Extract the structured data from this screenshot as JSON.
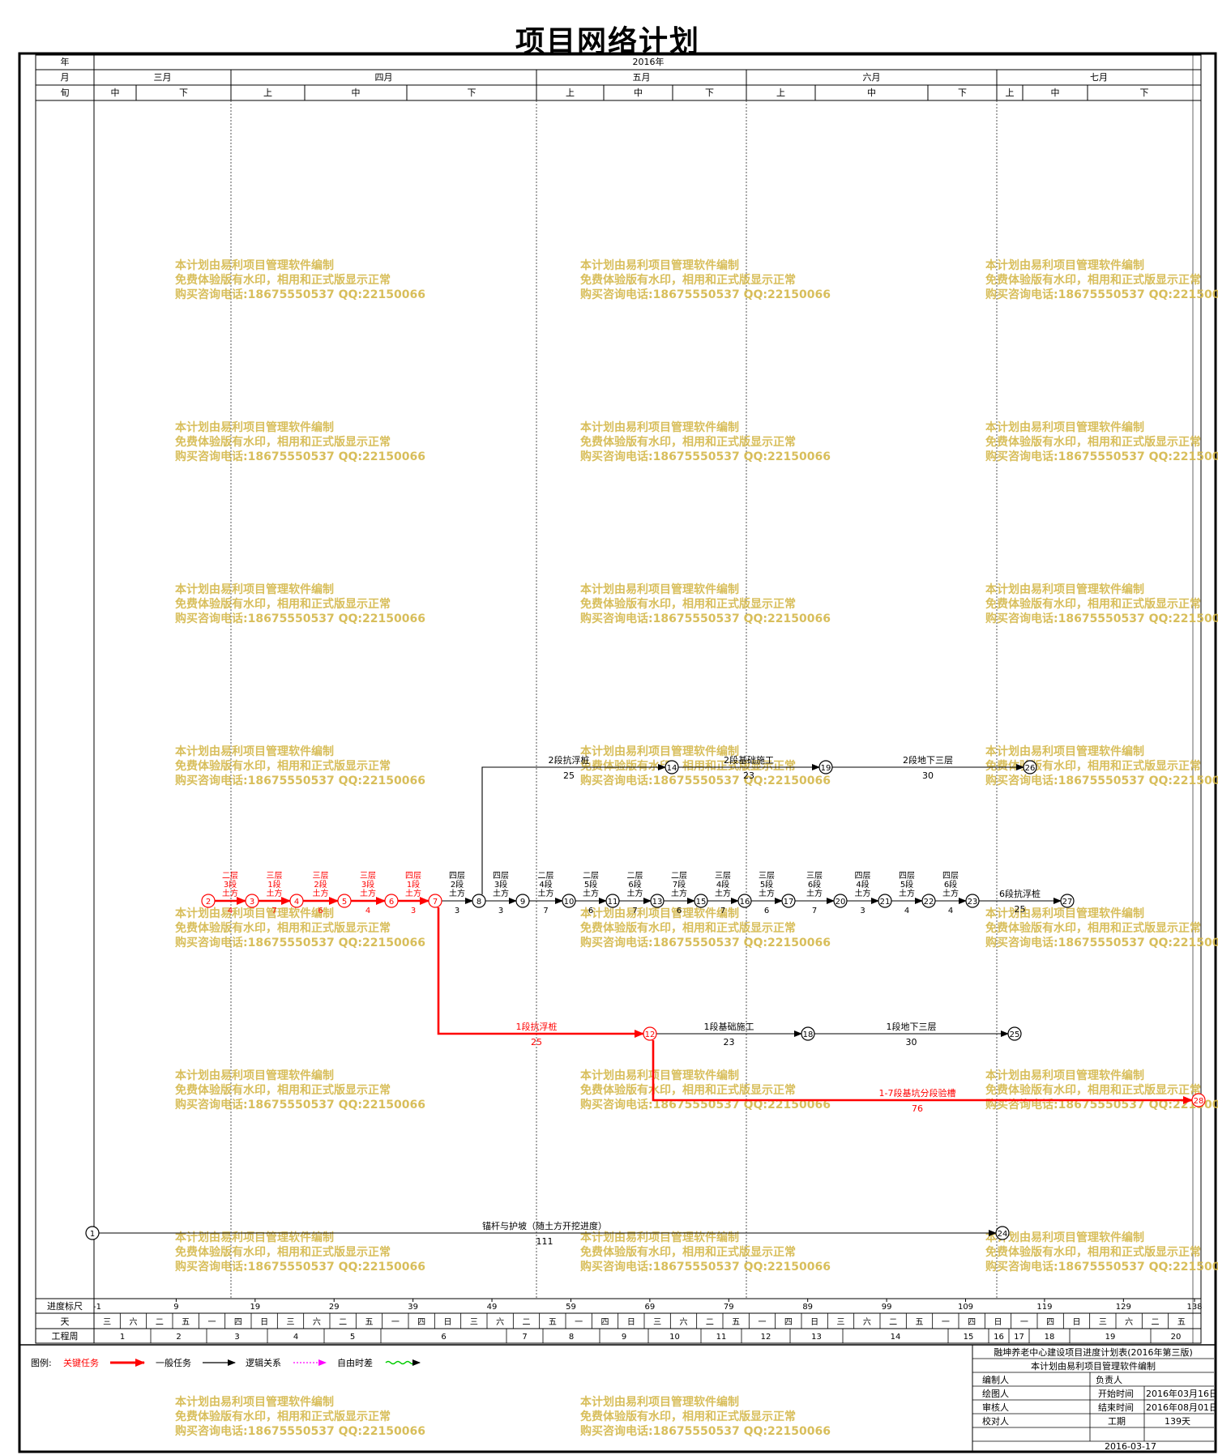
{
  "title": "项目网络计划",
  "header": {
    "label_year": "年",
    "label_month": "月",
    "label_dekad": "旬",
    "year": "2016年",
    "months": [
      "三月",
      "四月",
      "五月",
      "六月",
      "七月"
    ],
    "dekads": [
      "中",
      "下",
      "上",
      "中",
      "下",
      "上",
      "中",
      "下",
      "上",
      "中",
      "下",
      "上",
      "中",
      "下"
    ]
  },
  "tasks": [
    {
      "id": "t-1-24",
      "name": "锚杆与护坡（随土方开挖进度）",
      "duration": "111",
      "critical": false
    },
    {
      "id": "t-2-3",
      "name": "二层3段土方",
      "duration": "4",
      "critical": true
    },
    {
      "id": "t-3-4",
      "name": "三层1段土方",
      "duration": "7",
      "critical": true
    },
    {
      "id": "t-4-5",
      "name": "三层2段土方",
      "duration": "6",
      "critical": true
    },
    {
      "id": "t-5-6",
      "name": "三层3段土方",
      "duration": "4",
      "critical": true
    },
    {
      "id": "t-6-7",
      "name": "四层1段土方",
      "duration": "3",
      "critical": true
    },
    {
      "id": "t-7-8",
      "name": "四层2段土方",
      "duration": "3",
      "critical": false
    },
    {
      "id": "t-8-9",
      "name": "四层3段土方",
      "duration": "3",
      "critical": false
    },
    {
      "id": "t-9-10",
      "name": "二层4段土方",
      "duration": "7",
      "critical": false
    },
    {
      "id": "t-10-11",
      "name": "二层5段土方",
      "duration": "6",
      "critical": false
    },
    {
      "id": "t-11-13",
      "name": "二层6段土方",
      "duration": "7",
      "critical": false
    },
    {
      "id": "t-13-15",
      "name": "二层7段土方",
      "duration": "6",
      "critical": false
    },
    {
      "id": "t-15-16",
      "name": "三层4段土方",
      "duration": "7",
      "critical": false
    },
    {
      "id": "t-16-17",
      "name": "三层5段土方",
      "duration": "6",
      "critical": false
    },
    {
      "id": "t-17-20",
      "name": "三层6段土方",
      "duration": "7",
      "critical": false
    },
    {
      "id": "t-20-21",
      "name": "四层4段土方",
      "duration": "3",
      "critical": false
    },
    {
      "id": "t-21-22",
      "name": "四层5段土方",
      "duration": "4",
      "critical": false
    },
    {
      "id": "t-22-23",
      "name": "四层6段土方",
      "duration": "4",
      "critical": false
    },
    {
      "id": "t-23-27",
      "name": "6段抗浮桩",
      "duration": "25",
      "critical": false
    },
    {
      "id": "t-8-14",
      "name": "2段抗浮桩",
      "duration": "25",
      "critical": false
    },
    {
      "id": "t-14-19",
      "name": "2段基础施工",
      "duration": "23",
      "critical": false
    },
    {
      "id": "t-19-26",
      "name": "2段地下三层",
      "duration": "30",
      "critical": false
    },
    {
      "id": "t-7-12",
      "name": "1段抗浮桩",
      "duration": "25",
      "critical": true
    },
    {
      "id": "t-12-18",
      "name": "1段基础施工",
      "duration": "23",
      "critical": false
    },
    {
      "id": "t-18-25",
      "name": "1段地下三层",
      "duration": "30",
      "critical": false
    },
    {
      "id": "t-12-28",
      "name": "1-7段基坑分段验槽",
      "duration": "76",
      "critical": true
    }
  ],
  "nodes": [
    "1",
    "2",
    "3",
    "4",
    "5",
    "6",
    "7",
    "8",
    "9",
    "10",
    "11",
    "12",
    "13",
    "14",
    "15",
    "16",
    "17",
    "18",
    "19",
    "20",
    "21",
    "22",
    "23",
    "24",
    "25",
    "26",
    "27",
    "28"
  ],
  "scale": {
    "label_progress": "进度标尺",
    "label_day": "天",
    "label_week": "工程周",
    "progress_marks": [
      "-1",
      "9",
      "19",
      "29",
      "39",
      "49",
      "59",
      "69",
      "79",
      "89",
      "99",
      "109",
      "119",
      "129",
      "138"
    ],
    "weekdays": [
      "三",
      "六",
      "二",
      "五",
      "一",
      "四",
      "日",
      "三",
      "六",
      "二",
      "五",
      "一",
      "四",
      "日",
      "三",
      "六",
      "二",
      "五",
      "一",
      "四",
      "日",
      "三",
      "六",
      "二",
      "五",
      "一",
      "四",
      "日",
      "三",
      "六",
      "二",
      "五",
      "一",
      "四",
      "日",
      "一",
      "四",
      "日",
      "三",
      "六",
      "二",
      "五"
    ],
    "weeks": [
      "1",
      "2",
      "3",
      "4",
      "5",
      "6",
      "7",
      "8",
      "9",
      "10",
      "11",
      "12",
      "13",
      "14",
      "15",
      "16",
      "17",
      "18",
      "19",
      "20"
    ]
  },
  "legend": {
    "prefix": "图例:",
    "items": [
      {
        "label": "关键任务",
        "color": "#ff0000"
      },
      {
        "label": "一般任务",
        "color": "#000000"
      },
      {
        "label": "逻辑关系",
        "color": "#ff00ff"
      },
      {
        "label": "自由时差",
        "color": "#00cc00"
      }
    ]
  },
  "info": {
    "title": "融坤养老中心建设项目进度计划表(2016年第三版)",
    "subtitle": "本计划由易利项目管理软件编制",
    "compiler_label": "编制人",
    "owner_label": "负责人",
    "drafter_label": "绘图人",
    "start_label": "开始时间",
    "start_value": "2016年03月16日",
    "reviewer_label": "审核人",
    "end_label": "结束时间",
    "end_value": "2016年08月01日",
    "checker_label": "校对人",
    "duration_label": "工期",
    "duration_value": "139天",
    "date": "2016-03-17"
  },
  "watermark": [
    "本计划由易利项目管理软件编制",
    "免费体验版有水印，相用和正式版显示正常",
    "购买咨询电话:18675550537 QQ:22150066"
  ],
  "colors": {
    "critical": "#ff0000",
    "normal": "#000000",
    "watermark": "#d4b84a",
    "logic": "#ff00ff",
    "float": "#00cc00"
  }
}
